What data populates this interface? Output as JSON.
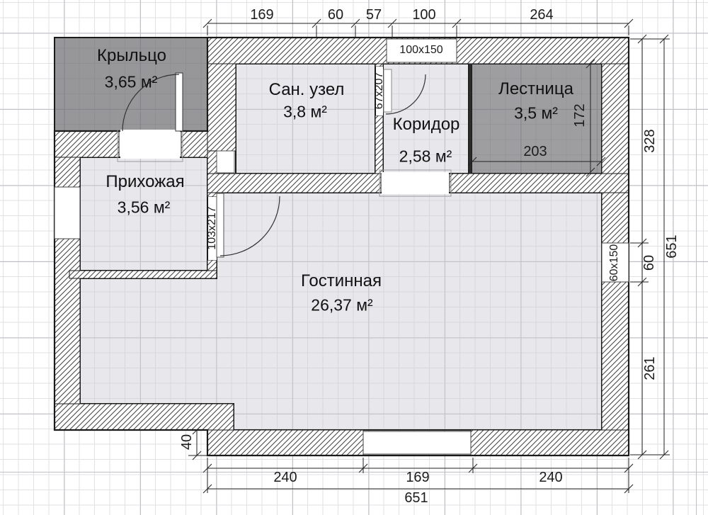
{
  "plan": {
    "rooms": {
      "porch": {
        "name": "Крыльцо",
        "area": "3,65 м²"
      },
      "bathroom": {
        "name": "Сан. узел",
        "area": "3,8 м²"
      },
      "corridor": {
        "name": "Коридор",
        "area": "2,58 м²"
      },
      "stairs": {
        "name": "Лестница",
        "area": "3,5 м²"
      },
      "hallway": {
        "name": "Прихожая",
        "area": "3,56 м²"
      },
      "living": {
        "name": "Гостинная",
        "area": "26,37 м²"
      }
    },
    "openings": {
      "top_window": "100x150",
      "bathroom_door": "67x207",
      "hallway_door": "103x217",
      "right_window": "60x150"
    },
    "dims": {
      "top": [
        "169",
        "60",
        "57",
        "100",
        "264"
      ],
      "right": [
        "328",
        "60",
        "261"
      ],
      "right_total": "651",
      "bottom": [
        "240",
        "169",
        "240"
      ],
      "bottom_total": "651",
      "stairs_height": "172",
      "stairs_width": "203",
      "step": "40"
    },
    "colors": {
      "wall_line": "#1a1a1a",
      "floor_light": "#eaeaec",
      "floor_dark": "#989898",
      "hatch": "#4a4a4a",
      "grid_minor": "#e2e2e5",
      "grid_major": "#bfbfc6"
    }
  }
}
